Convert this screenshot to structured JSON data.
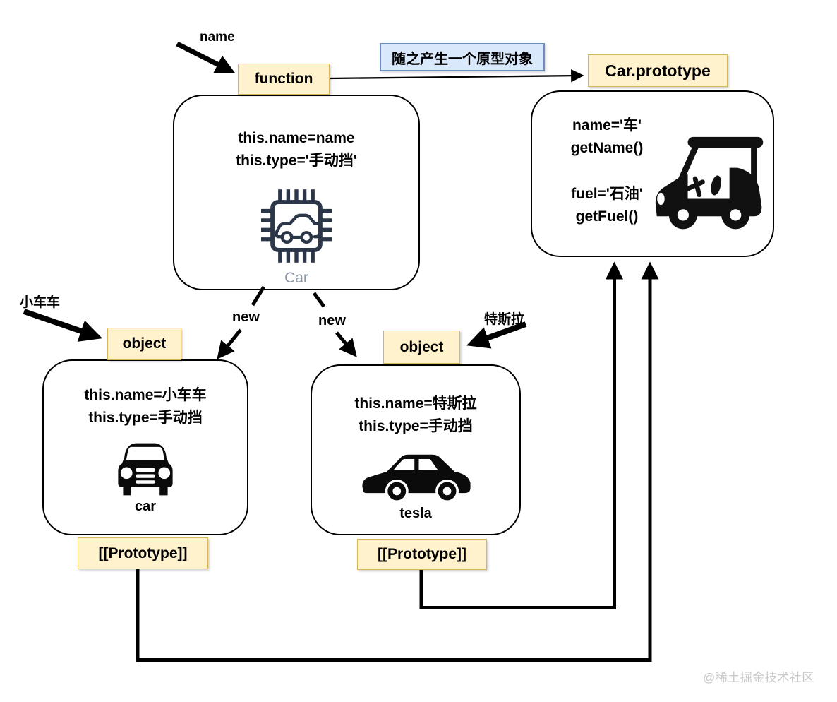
{
  "labels": {
    "name_pointer": "name",
    "note": "随之产生一个原型对象",
    "function_tag": "function",
    "prototype_tag": "Car.prototype",
    "new_left": "new",
    "new_right": "new",
    "car_pointer": "小车车",
    "tesla_pointer": "特斯拉",
    "object_tag_left": "object",
    "object_tag_right": "object",
    "prototype_slot_left": "[[Prototype]]",
    "prototype_slot_right": "[[Prototype]]",
    "watermark": "@稀土掘金技术社区"
  },
  "function_box": {
    "line1": "this.name=name",
    "line2": "this.type='手动挡'",
    "caption": "Car",
    "icon": "chip-car-icon"
  },
  "prototype_box": {
    "line1": "name='车'",
    "line2": "getName()",
    "line3": "fuel='石油'",
    "line4": "getFuel()",
    "icon": "golf-cart-icon"
  },
  "car_object_box": {
    "line1": "this.name=小车车",
    "line2": "this.type=手动挡",
    "caption": "car",
    "icon": "car-front-icon"
  },
  "tesla_object_box": {
    "line1": "this.name=特斯拉",
    "line2": "this.type=手动挡",
    "caption": "tesla",
    "icon": "car-side-icon"
  },
  "colors": {
    "tag_fill": "#FFF2CC",
    "tag_border": "#D6B656",
    "note_fill": "#DAE8FC",
    "note_border": "#6C8EBF",
    "chip_icon": "#2B3649",
    "caption_gray": "#8C96A4",
    "line": "#000000"
  }
}
